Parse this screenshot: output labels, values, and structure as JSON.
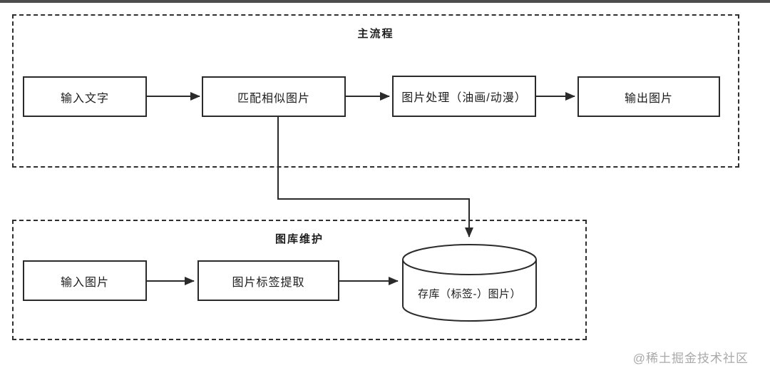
{
  "page": {
    "watermark": "@稀土掘金技术社区"
  },
  "colors": {
    "line": "#2b2b2b",
    "border_dashed": "#2f2f2f",
    "top_bar": "#4d4d4d",
    "watermark": "#a9a9a9",
    "background": "#ffffff"
  },
  "main_flow": {
    "title": "主流程",
    "nodes": {
      "input_text": "输入文字",
      "match_similar": "匹配相似图片",
      "image_process": "图片处理（油画/动漫）",
      "output_image": "输出图片"
    }
  },
  "gallery_flow": {
    "title": "图库维护",
    "nodes": {
      "input_image": "输入图片",
      "tag_extract": "图片标签提取"
    },
    "database_label": "存库（标签-）图片）"
  },
  "edges": [
    {
      "from": "输入文字",
      "to": "匹配相似图片"
    },
    {
      "from": "匹配相似图片",
      "to": "图片处理（油画/动漫）"
    },
    {
      "from": "图片处理（油画/动漫）",
      "to": "输出图片"
    },
    {
      "from": "匹配相似图片",
      "to": "存库（标签-）图片）"
    },
    {
      "from": "输入图片",
      "to": "图片标签提取"
    },
    {
      "from": "图片标签提取",
      "to": "存库（标签-）图片）"
    }
  ]
}
